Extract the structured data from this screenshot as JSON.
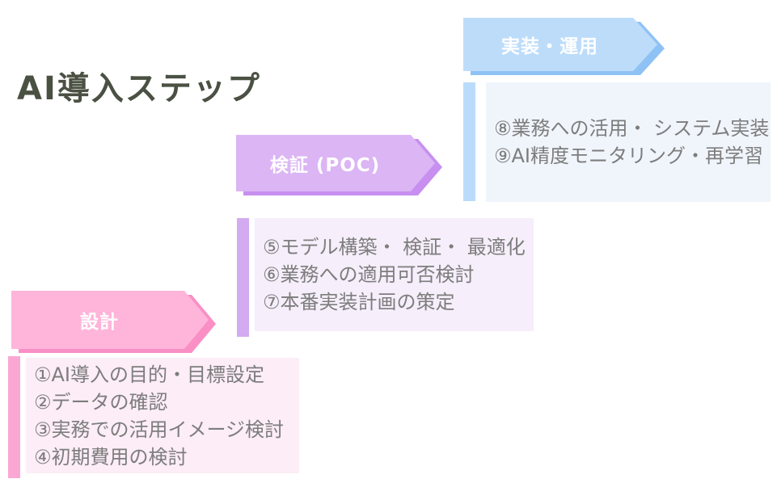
{
  "title": "AI導入ステップ",
  "colors": {
    "title_text": "#4a5143",
    "body_text": "#7d7d7d",
    "arrow_label_text": "#ffffff",
    "design": {
      "arrow": "#ffb5da",
      "arrow_shadow": "#f98fc5",
      "bar": "#fba7d3",
      "box_bg": "#fcedf6"
    },
    "poc": {
      "arrow": "#dbb5f4",
      "arrow_shadow": "#c78ff0",
      "bar": "#d2abf1",
      "box_bg": "#f6eefb"
    },
    "ops": {
      "arrow": "#bcdcfa",
      "arrow_shadow": "#8fc2f4",
      "bar": "#bbdbfb",
      "box_bg": "#f0f5fc"
    }
  },
  "steps": [
    {
      "id": "design",
      "label": "設計",
      "items": [
        "①AI導入の目的・目標設定",
        "②データの確認",
        "③実務での活用イメージ検討",
        "④初期費用の検討"
      ]
    },
    {
      "id": "poc",
      "label": "検証 (POC)",
      "items": [
        "⑤モデル構築・ 検証・ 最適化",
        "⑥業務への適用可否検討",
        "⑦本番実装計画の策定"
      ]
    },
    {
      "id": "ops",
      "label": "実装・運用",
      "items": [
        "⑧業務への活用・ システム実装",
        "⑨AI精度モニタリング・再学習"
      ]
    }
  ]
}
